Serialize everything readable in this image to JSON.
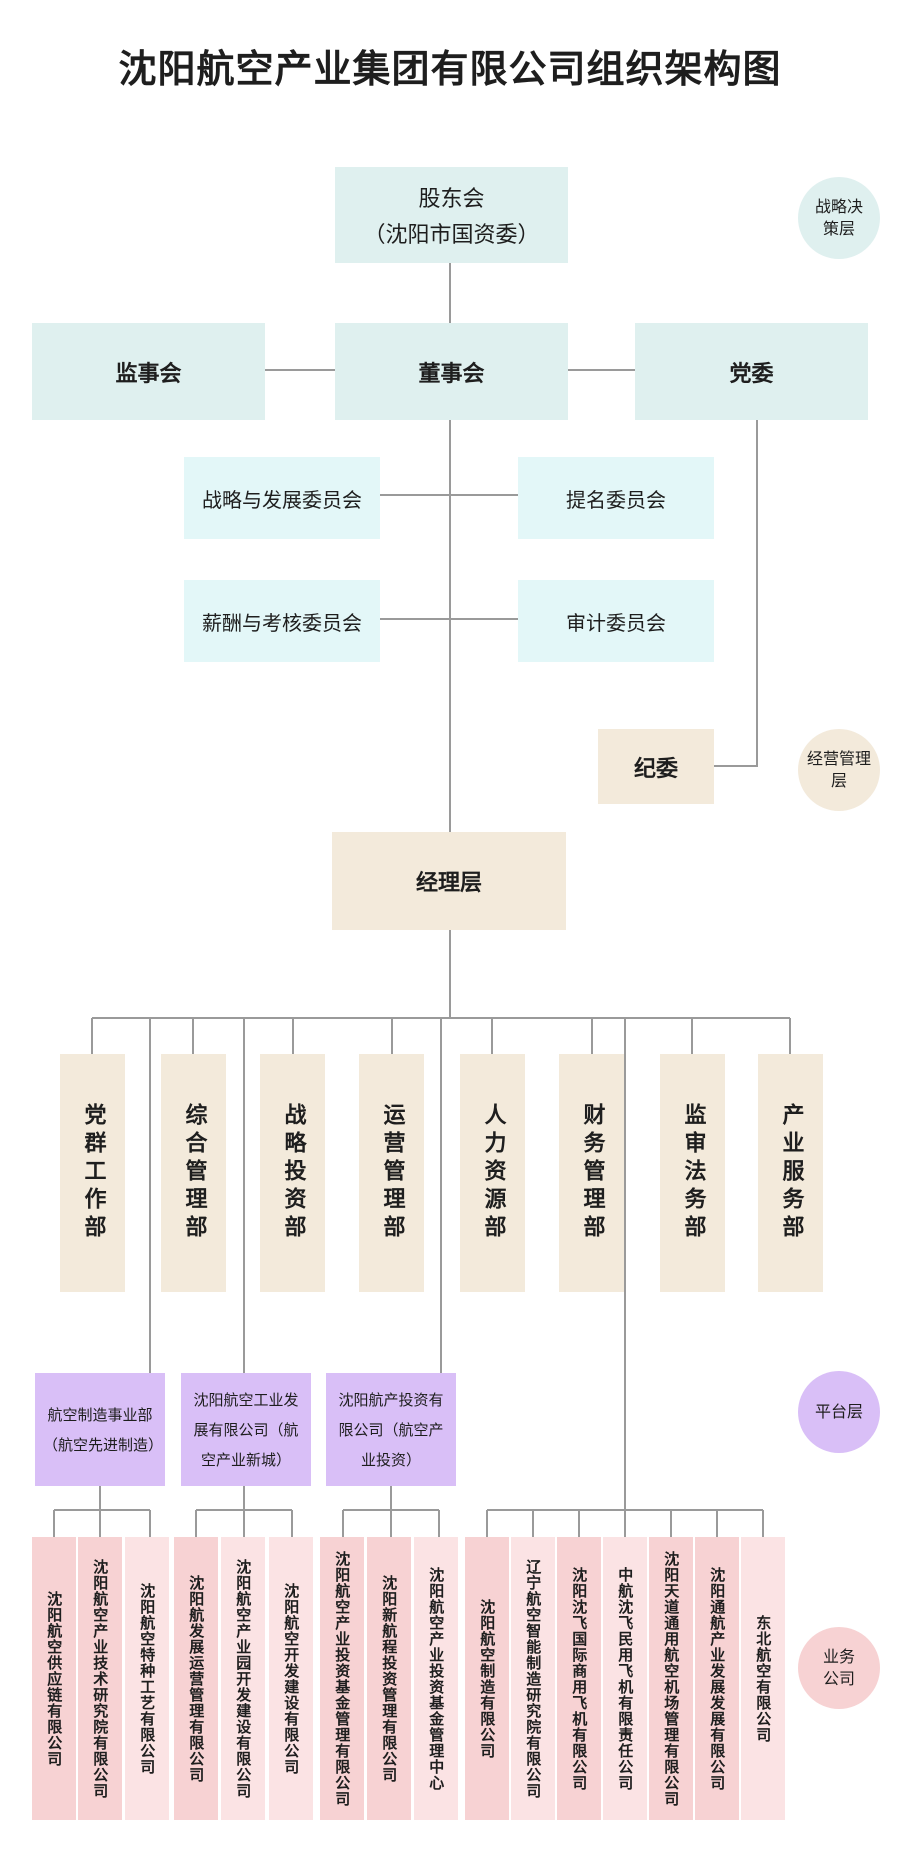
{
  "title": "沈阳航空产业集团有限公司组织架构图",
  "decision": {
    "shareholder_line1": "股东会",
    "shareholder_line2": "（沈阳市国资委）",
    "board": "董事会",
    "supervisory": "监事会",
    "party": "党委",
    "discipline": "纪委"
  },
  "committees": {
    "strategy": "战略与发展委员会",
    "nomination": "提名委员会",
    "compensation": "薪酬与考核委员会",
    "audit": "审计委员会"
  },
  "manager": "经理层",
  "layers": {
    "strategic": "战略决策层",
    "management": "经营管理层",
    "platform": "平台层",
    "business": "业务公司"
  },
  "departments": [
    "党群工作部",
    "综合管理部",
    "战略投资部",
    "运营管理部",
    "人力资源部",
    "财务管理部",
    "监审法务部",
    "产业服务部"
  ],
  "platforms": [
    "航空制造事业部（航空先进制造）",
    "沈阳航空工业发展有限公司（航空产业新城）",
    "沈阳航产投资有限公司（航空产业投资）"
  ],
  "companies": [
    "沈阳航空供应链有限公司",
    "沈阳航空产业技术研究院有限公司",
    "沈阳航空特种工艺有限公司",
    "沈阳航发展运营管理有限公司",
    "沈阳航空产业园开发建设有限公司",
    "沈阳航空开发建设有限公司",
    "沈阳航空产业投资基金管理有限公司",
    "沈阳新航程投资管理有限公司",
    "沈阳航空产业投资基金管理中心",
    "沈阳航空制造有限公司",
    "辽宁航空智能制造研究院有限公司",
    "沈阳沈飞国际商用飞机有限公司",
    "中航沈飞民用飞机有限责任公司",
    "沈阳天道通用航空机场管理有限公司",
    "沈阳通航产业发展发展有限公司",
    "东北航空有限公司"
  ],
  "colors": {
    "teal": "#dff0ef",
    "cyan": "#e3f7f8",
    "beige": "#f3eadb",
    "purple": "#d9bff7",
    "pink": "#f7d2d3",
    "pink_light": "#fbe3e4",
    "line": "#9a9a9a"
  }
}
